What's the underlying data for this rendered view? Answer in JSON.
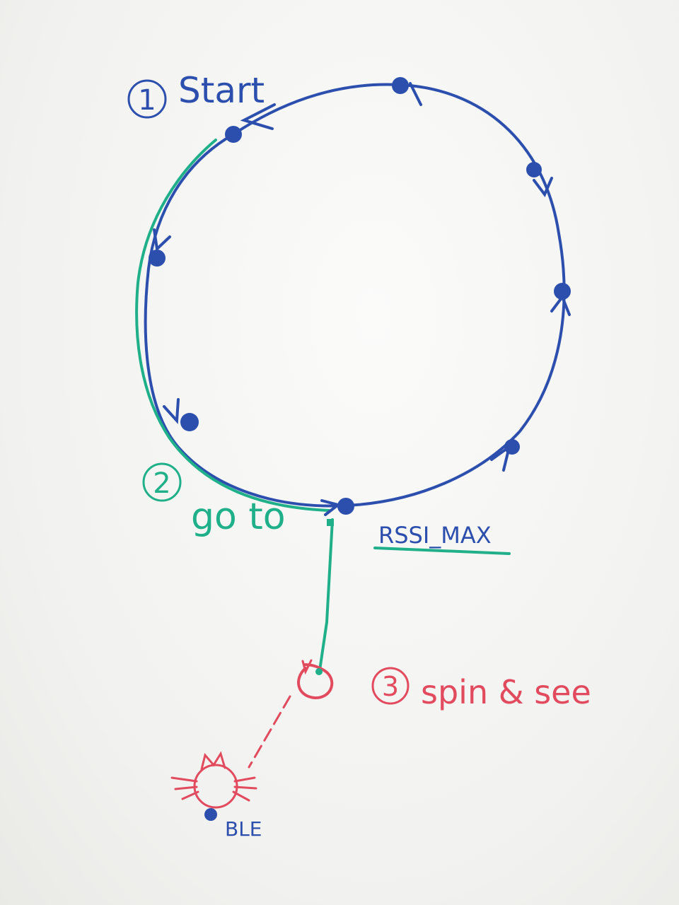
{
  "labels": {
    "step1_number": "1",
    "step1_text": "Start",
    "step2_number": "2",
    "step2_text": "go to",
    "rssi_label": "RSSI_MAX",
    "step3_number": "3",
    "step3_text": "spin & see",
    "ble_label": "BLE"
  },
  "colors": {
    "blue": "#2c4fae",
    "green": "#1fb08a",
    "red": "#e24a5e",
    "board": "#f4f4f2"
  }
}
